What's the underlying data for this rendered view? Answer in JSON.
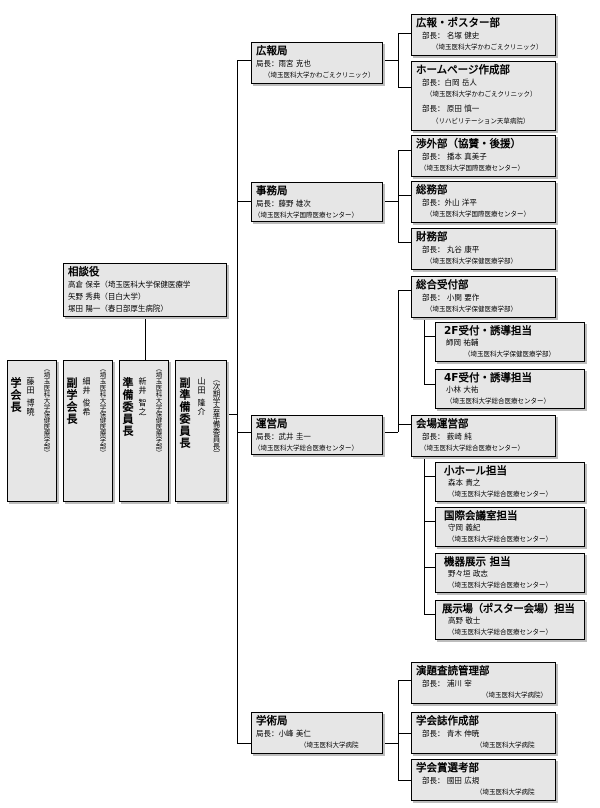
{
  "advisors": {
    "title": "相談役",
    "members": [
      "高倉 保幸（埼玉医科大学保健医療学",
      "矢野 秀典（目白大学）",
      "塚田 陽一（春日部厚生病院）"
    ]
  },
  "leadership": [
    {
      "title": "学会長",
      "name": "藤田 博曉",
      "aff": "（埼玉医科大学保健医療学部）"
    },
    {
      "title": "副学会長",
      "name": "細井 俊希",
      "aff": "（埼玉医科大学保健医療学部）"
    },
    {
      "title": "準備委員長",
      "name": "新井 智之",
      "aff": "（埼玉医科大学保健医療学部）"
    },
    {
      "title": "副準備委員長",
      "name": "山田 隆介",
      "aff": "（次期学会準備委員長）"
    }
  ],
  "bureaus": [
    {
      "title": "広報局",
      "head": "局長：雨宮 克也",
      "aff": "（埼玉医科大学かわごえクリニック）"
    },
    {
      "title": "事務局",
      "head": "局長：藤野 雄次",
      "aff": "（埼玉医科大学国際医療センター）"
    },
    {
      "title": "運営局",
      "head": "局長：武井 圭一",
      "aff": "（埼玉医科大学総合医療センター）"
    },
    {
      "title": "学術局",
      "head": "局長：小峰 美仁",
      "aff": "（埼玉医科大学病院"
    }
  ],
  "departments": {
    "poster": {
      "title": "広報・ポスター部",
      "head": "部長： 名塚 健史",
      "aff": "（埼玉医科大学かわごえクリニック）"
    },
    "homepage": {
      "title": "ホームページ作成部",
      "head1": "部長：白岡 岳人",
      "aff1": "（埼玉医科大学かわごえクリニック）",
      "head2": "部長： 原田 慎一",
      "aff2": "（リハビリテーション天草病院）"
    },
    "external": {
      "title": "渉外部（協賛・後援）",
      "head": "部長： 播本 真美子",
      "aff": "（埼玉医科大学国際医療センター）"
    },
    "general": {
      "title": "総務部",
      "head": "部長：外山 洋平",
      "aff": "（埼玉医科大学国際医療センター）"
    },
    "finance": {
      "title": "財務部",
      "head": "部長： 丸谷 康平",
      "aff": "（埼玉医科大学保健医療学部）"
    },
    "reception": {
      "title": "総合受付部",
      "head": "部長： 小関 要作",
      "aff": "（埼玉医科大学保健医療学部）"
    },
    "venue": {
      "title": "会場運営部",
      "head": "部長： 薮崎 純",
      "aff": "（埼玉医科大学総合医療センター）"
    },
    "review": {
      "title": "演題査読管理部",
      "head": "部長： 浦川 宰",
      "aff": "（埼玉医科大学病院）"
    },
    "journal": {
      "title": "学会誌作成部",
      "head": "部長： 青木 伸暁",
      "aff": "（埼玉医科大学病院"
    },
    "award": {
      "title": "学会賞選考部",
      "head": "部長： 國田 広規",
      "aff": "（埼玉医科大学病院"
    }
  },
  "subunits": {
    "reception2f": {
      "title": "2F受付・誘導担当",
      "name": "師岡 祐輔",
      "aff": "（埼玉医科大学保健医療学部）"
    },
    "reception4f": {
      "title": "4F受付・誘導担当",
      "name": "小林 大祐",
      "aff": "（埼玉医科大学総合医療センター）"
    },
    "smallhall": {
      "title": "小ホール担当",
      "name": "森本 貴之",
      "aff": "（埼玉医科大学総合医療センター）"
    },
    "conference": {
      "title": "国際会議室担当",
      "name": "守岡 義紀",
      "aff": "（埼玉医科大学総合医療センター）"
    },
    "equipment": {
      "title": "機器展示 担当",
      "name": "野々垣 政志",
      "aff": "（埼玉医科大学総合医療センター）"
    },
    "exhibition": {
      "title": "展示場（ポスター会場）担当",
      "name": "高野 敬士",
      "aff": "（埼玉医科大学総合医療センター）"
    }
  }
}
